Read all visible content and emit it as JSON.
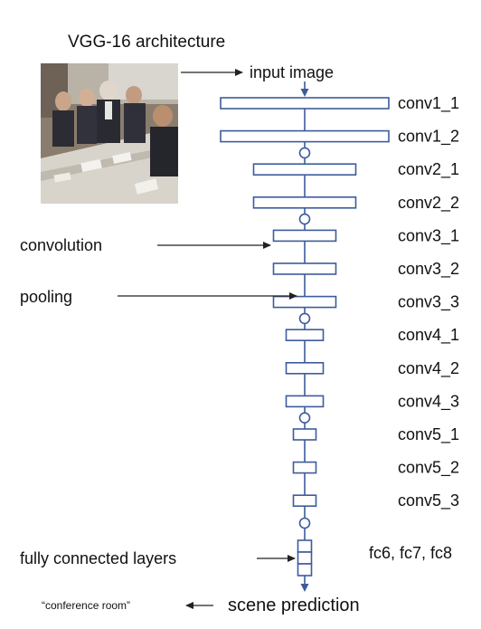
{
  "title": "VGG-16 architecture",
  "input_label": "input image",
  "layers": [
    {
      "name": "conv1_1",
      "kind": "conv"
    },
    {
      "name": "conv1_2",
      "kind": "conv"
    },
    {
      "name": "conv2_1",
      "kind": "conv"
    },
    {
      "name": "conv2_2",
      "kind": "conv"
    },
    {
      "name": "conv3_1",
      "kind": "conv"
    },
    {
      "name": "conv3_2",
      "kind": "conv"
    },
    {
      "name": "conv3_3",
      "kind": "conv"
    },
    {
      "name": "conv4_1",
      "kind": "conv"
    },
    {
      "name": "conv4_2",
      "kind": "conv"
    },
    {
      "name": "conv4_3",
      "kind": "conv"
    },
    {
      "name": "conv5_1",
      "kind": "conv"
    },
    {
      "name": "conv5_2",
      "kind": "conv"
    },
    {
      "name": "conv5_3",
      "kind": "conv"
    }
  ],
  "fc_label": "fc6, fc7, fc8",
  "annotations": {
    "convolution": "convolution",
    "pooling": "pooling",
    "fully_connected": "fully connected layers"
  },
  "output": {
    "prediction": "“conference room”",
    "scene_label": "scene prediction"
  },
  "colors": {
    "block_stroke": "#3d5b9c",
    "arrow": "#222222"
  },
  "photo": {
    "description_icon": "meeting-photo"
  }
}
